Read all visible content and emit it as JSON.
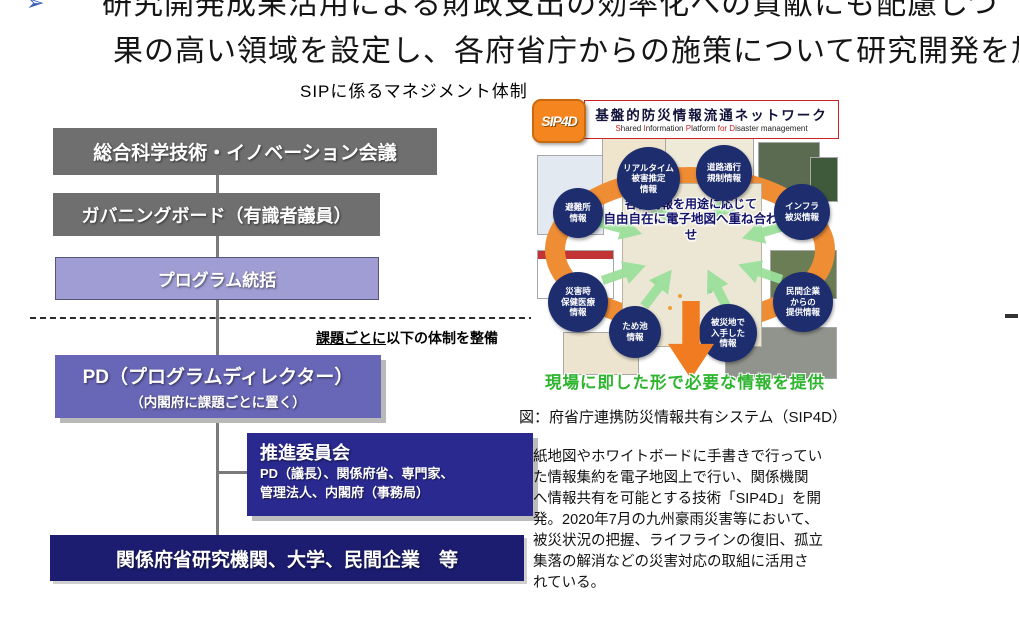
{
  "heading": {
    "bullet": "➢",
    "line1": "研究開発成果活用による財政支出の効率化への貢献にも配慮しつ",
    "line2": "果の高い領域を設定し、各府省庁からの施策について研究開発を加"
  },
  "section_title": "SIPに係るマネジメント体制",
  "org_chart": {
    "box_csti": "総合科学技術・イノベーション会議",
    "box_governing": "ガバニングボード（有識者議員）",
    "box_program": "プログラム統括",
    "divider_note": {
      "underlined": "課題ごとに",
      "rest": "以下の体制を整備"
    },
    "box_pd": {
      "line1": "PD（プログラムディレクター）",
      "line2": "（内閣府に課題ごとに置く）"
    },
    "box_committee": {
      "title": "推進委員会",
      "line1": "PD（議長）、関係府省、専門家、",
      "line2": "管理法人、内閣府（事務局）"
    },
    "box_orgs": "関係府省研究機関、大学、民間企業　等"
  },
  "sip4d": {
    "logo": "SIP4D",
    "title": "基盤的防災情報流通ネットワーク",
    "subtitle": {
      "p0": "S",
      "p1": "hared ",
      "p2": "I",
      "p3": "nformation ",
      "p4": "P",
      "p5": "latform ",
      "p6": "for ",
      "p7": "D",
      "p8": "isaster management"
    },
    "center_line1": "各種情報を用途に応じて",
    "center_line2": "自由自在に電子地図へ重ね合わせ",
    "circles": [
      {
        "name": "realtime-damage-estimation",
        "lines": [
          "リアルタイム",
          "被害推定",
          "情報"
        ]
      },
      {
        "name": "road-regulation",
        "lines": [
          "道路通行",
          "規制情報",
          ""
        ]
      },
      {
        "name": "shelter-info",
        "lines": [
          "避難所",
          "情報",
          ""
        ]
      },
      {
        "name": "infrastructure-damage",
        "lines": [
          "インフラ",
          "被災情報",
          ""
        ]
      },
      {
        "name": "disaster-medical",
        "lines": [
          "災害時",
          "保健医療",
          "情報"
        ]
      },
      {
        "name": "reservoir-info",
        "lines": [
          "ため池",
          "情報",
          ""
        ]
      },
      {
        "name": "field-obtained-info",
        "lines": [
          "被災地で",
          "入手した",
          "情報"
        ]
      },
      {
        "name": "private-company-info",
        "lines": [
          "民間企業",
          "からの",
          "提供情報"
        ]
      }
    ],
    "bottom_text": "現場に即した形で必要な情報を提供"
  },
  "figure_caption": "図：府省庁連携防災情報共有システム（SIP4D）",
  "description": {
    "lines": [
      "紙地図やホワイトボードに手書きで行ってい",
      "た情報集約を電子地図上で行い、関係機関",
      "へ情報共有を可能とする技術「SIP4D」を開",
      "発。2020年7月の九州豪雨災害等において、",
      "被災状況の把握、ライフラインの復旧、孤立",
      "集落の解消などの災害対応の取組に活用さ",
      "れている。"
    ]
  },
  "colors": {
    "gray_box": "#6f6f6f",
    "lavender_box": "#9f9dd3",
    "slate_box": "#6866b6",
    "navy_box": "#29298f",
    "deepnavy_box": "#1c1c70",
    "orange": "#ef8d35",
    "circle_navy": "#1d2d6e",
    "arrow_green": "#9bdf9b",
    "green_text": "#2db52d",
    "red_accent": "#cc2222"
  }
}
